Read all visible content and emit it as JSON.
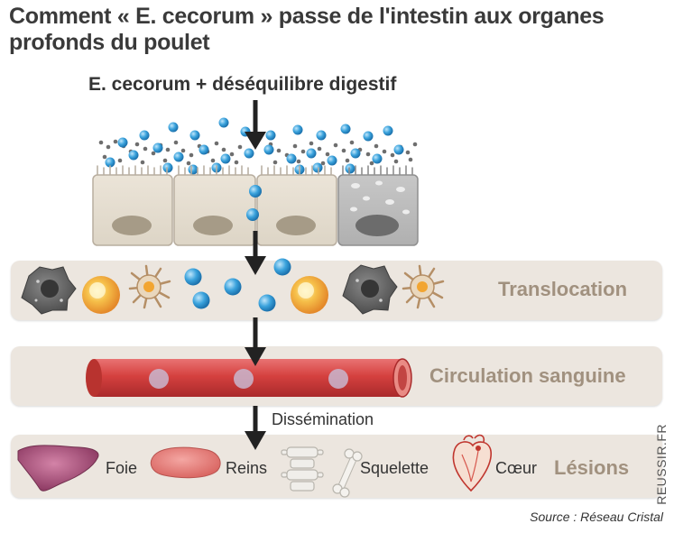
{
  "title": "Comment « E. cecorum » passe de l'intestin aux organes profonds du poulet",
  "trigger": "E. cecorum  + déséquilibre digestif",
  "stages": {
    "translocation": "Translocation",
    "circulation": "Circulation sanguine",
    "dissemination": "Dissémination",
    "lesions": "Lésions"
  },
  "organs": [
    "Foie",
    "Reins",
    "Squelette",
    "Cœur"
  ],
  "credit": "REUSSIR.FR",
  "source": "Source : Réseau Cristal",
  "colors": {
    "band": "#ece6df",
    "band_label": "#a1917f",
    "bacteria": "#3a9fd8",
    "vessel": "#d84b4b",
    "arrow": "#222222"
  }
}
